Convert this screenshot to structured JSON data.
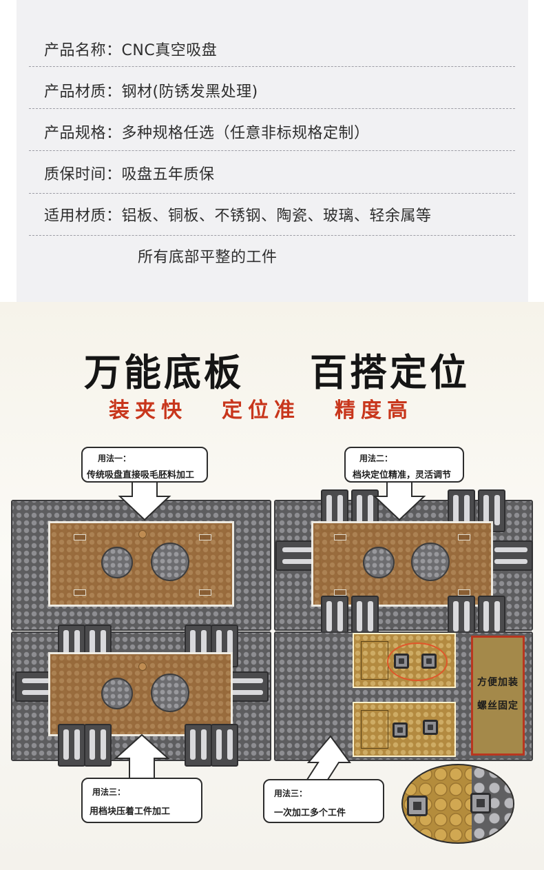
{
  "spec": {
    "rows": [
      {
        "label": "产品名称：",
        "value": "CNC真空吸盘"
      },
      {
        "label": "产品材质：",
        "value": "钢材(防锈发黑处理)"
      },
      {
        "label": "产品规格：",
        "value": "多种规格任选（任意非标规格定制）"
      },
      {
        "label": "质保时间：",
        "value": "吸盘五年质保"
      },
      {
        "label": "适用材质：",
        "value": "铝板、铜板、不锈钢、陶瓷、玻璃、轻余属等"
      }
    ],
    "continuation": "所有底部平整的工件"
  },
  "headline": {
    "left": "万能底板",
    "right": "百搭定位"
  },
  "taglines": [
    "装夹快",
    "定位准",
    "精度高"
  ],
  "callouts": {
    "method1": {
      "title": "用法一：",
      "desc": "传统吸盘直接吸毛胚料加工"
    },
    "method2": {
      "title": "用法二：",
      "desc": "档块定位精准，灵活调节"
    },
    "method3a": {
      "title": "用法三：",
      "desc": "用档块压着工件加工"
    },
    "method3b": {
      "title": "用法三：",
      "desc": "一次加工多个工件"
    }
  },
  "side_note": {
    "line1": "方便加装",
    "line2": "螺丝固定"
  },
  "colors": {
    "panel_bg": "#f1f1f3",
    "tagline_red": "#c8361c",
    "plate_grey": "#5d5d5f",
    "workpiece_brown": "#9a6b3b",
    "gold_part": "#b38a40",
    "highlight_orange": "#e0562a"
  }
}
